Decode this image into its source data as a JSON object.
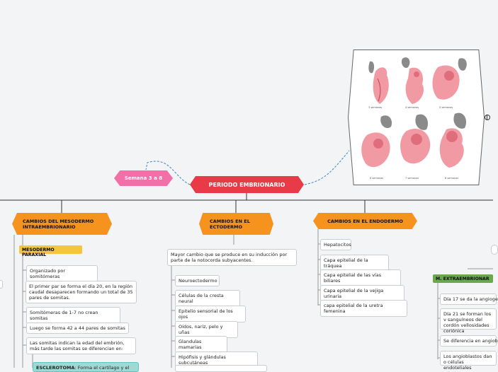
{
  "colors": {
    "orange": "#f6931e",
    "red": "#e93a48",
    "pink": "#f26fa7",
    "yellow": "#f5c542",
    "green": "#6aa84f",
    "teal": "#5ec4bf",
    "embryo": "#f29aa4",
    "silhouette": "#8a8a8a"
  },
  "main": {
    "title": "PERIODO EMBRIONARIO",
    "week": "Semana 3 a 8"
  },
  "image": {
    "caption_row1": [
      "3 semanas",
      "4 semanas",
      "5 semanas"
    ],
    "caption_row2": [
      "6 semanas",
      "7 semanas",
      "8 semanas"
    ],
    "link_icon": "globe-icon"
  },
  "mesodermo": {
    "title": "CAMBIOS DEL MESODERMO INTRAEMBRIONARIO",
    "paraxial": "MESODERMO PARAXIAL",
    "items": [
      "Organizado por somitómeras",
      "El primer par se forma el día 20, en la región caudal desaparecen formando un total de 35 pares de somitas.",
      "Somitómeras de 1-7 no crean somitas",
      "Luego se forma 42 a 44 pares de somitas",
      "Las somitas indican la edad del embrión, más tarde las somitas se diferencian en:"
    ],
    "esclerotoma_label": "ESCLEROTOMA",
    "esclerotoma_text": ": Forma el cartílago y el"
  },
  "ectodermo": {
    "title": "CAMBIOS EN EL ECTODERMO",
    "intro": "Mayor cambio que se produce en su inducción por parte de la notocorda subyacentes.",
    "items": [
      "Neuroectodermo",
      "Células de la cresta neural",
      "Epitelio sensorial de los ojos",
      "Oídos, nariz, pelo y uñas",
      "Glandulas mamarias",
      "Hipófisis y glándulas subcutáneas"
    ]
  },
  "endodermo": {
    "title": "CAMBIOS EN EL ENDODERMO",
    "items": [
      "Hepatocitos",
      "Capa epitelial de la tráquea",
      "Capa epitelial de las vías biliares",
      "Capa epitelial de la vejiga urinaria",
      "capa epitelial de la uretra femenina"
    ]
  },
  "extra": {
    "title": "M. EXTRAEMBRIONAR",
    "items": [
      "Día 17 se da la angioge",
      "Día 21 se forman los v sanguíneos del cordón vellosidades coriónica",
      "Se diferencia en angiob",
      "Los angioblastos dan o células endoteliales"
    ]
  }
}
